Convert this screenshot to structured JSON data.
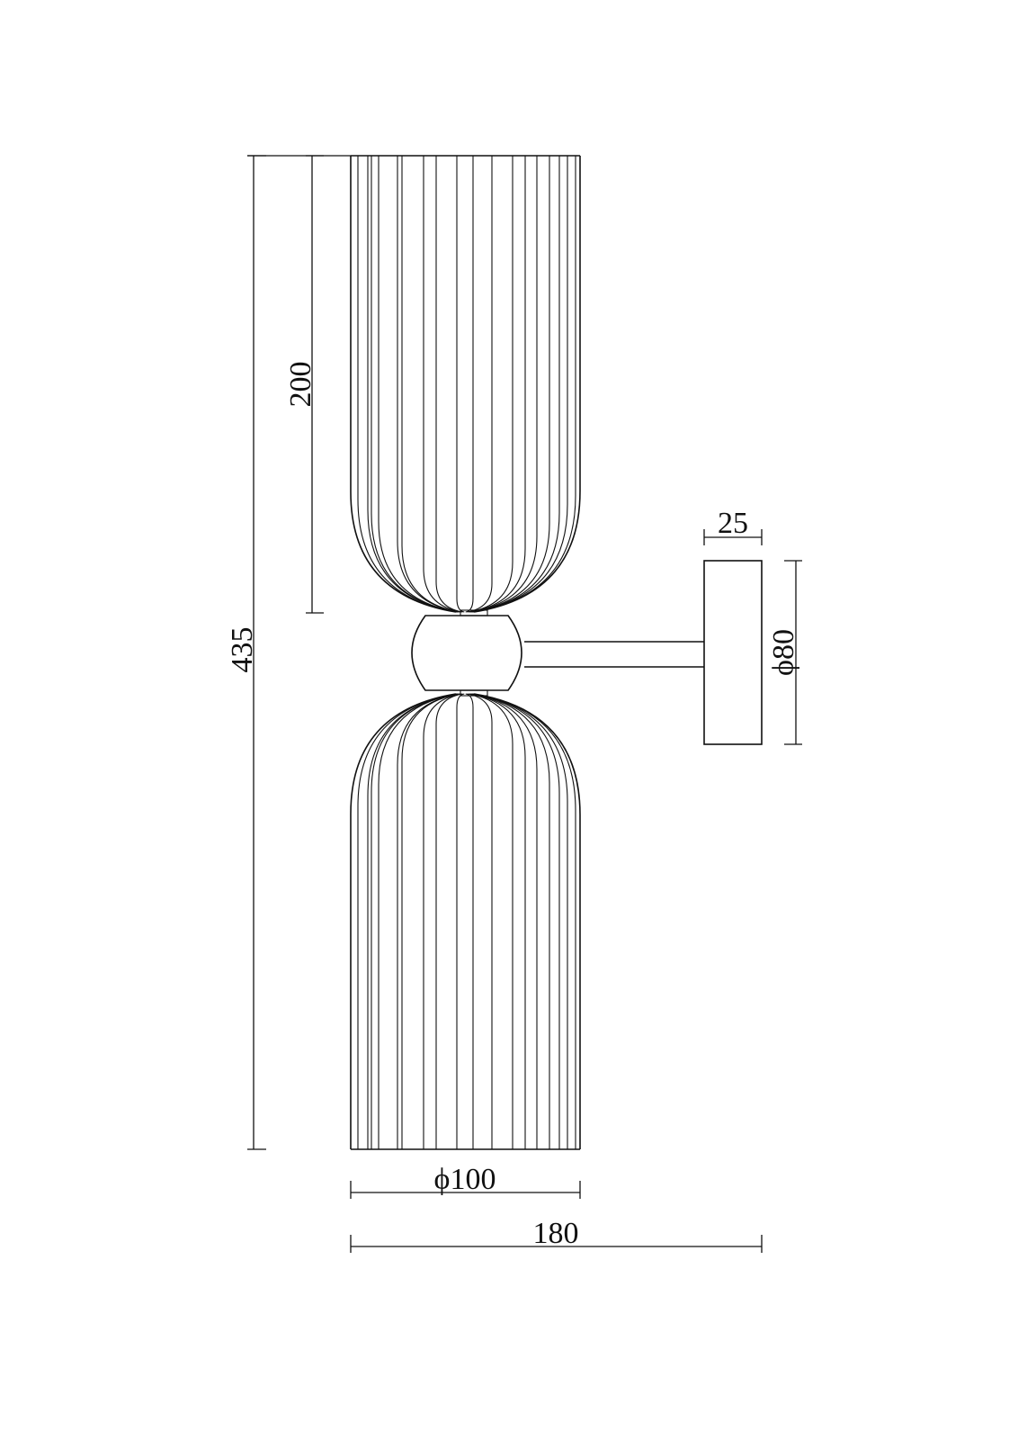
{
  "drawing": {
    "dimensions": {
      "total_height": "435",
      "shade_height": "200",
      "plate_depth": "25",
      "plate_diameter": "ϕ80",
      "shade_diameter": "ϕ100",
      "total_width": "180"
    },
    "line_color": "#111111"
  }
}
